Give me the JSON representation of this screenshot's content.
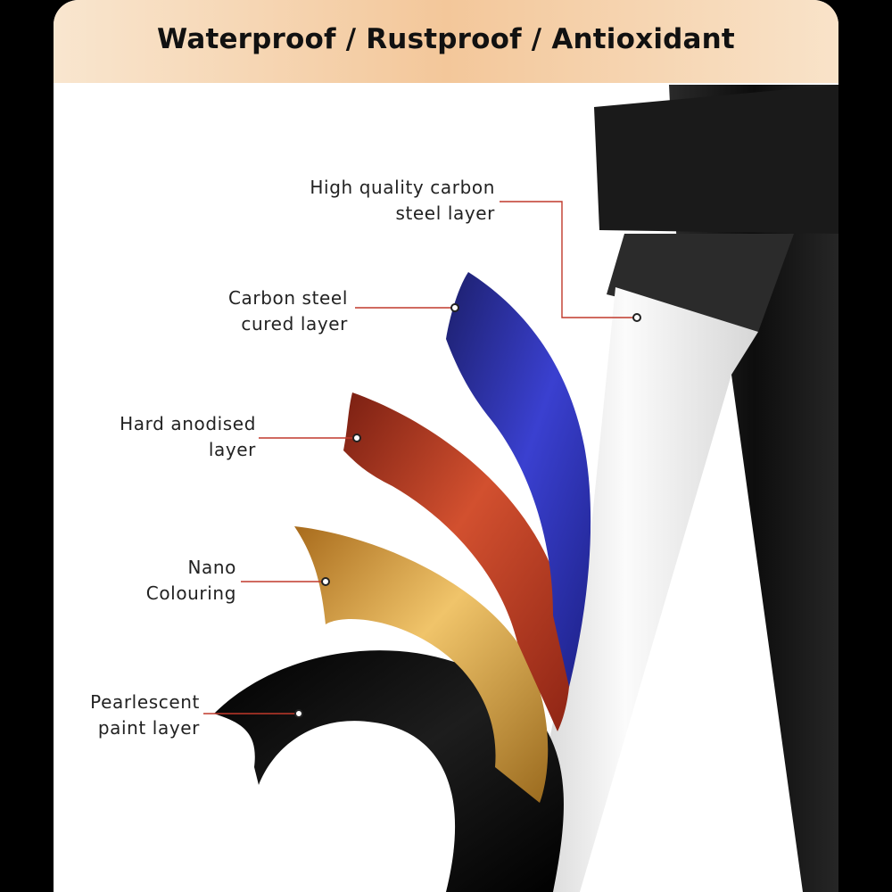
{
  "header": {
    "title": "Waterproof / Rustproof / Antioxidant"
  },
  "colors": {
    "header_gradient_start": "#f9e6cf",
    "header_gradient_mid": "#f3c79a",
    "leader_line": "#c0392b",
    "layer_blue": "#2f35b8",
    "layer_red": "#c1432a",
    "layer_gold": "#e0b353",
    "layer_black": "#0b0b0b",
    "frame_white": "#f1f1f1",
    "frame_dark": "#141414"
  },
  "layers": [
    {
      "id": "carbon-steel",
      "line1": "High quality carbon",
      "line2": "steel layer"
    },
    {
      "id": "cured",
      "line1": "Carbon steel",
      "line2": "cured layer"
    },
    {
      "id": "anodised",
      "line1": "Hard anodised",
      "line2": "layer"
    },
    {
      "id": "nano",
      "line1": "Nano",
      "line2": "Colouring"
    },
    {
      "id": "pearlescent",
      "line1": "Pearlescent",
      "line2": "paint layer"
    }
  ]
}
